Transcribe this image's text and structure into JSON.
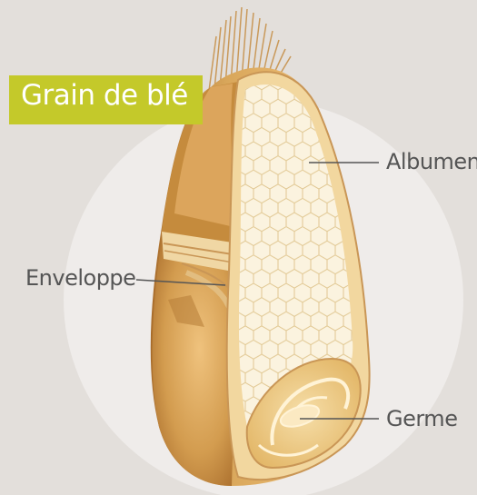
{
  "title": "Grain de blé",
  "labels": {
    "albumen": "Albumen",
    "enveloppe": "Enveloppe",
    "germe": "Germe"
  },
  "colors": {
    "background": "#e3dfdb",
    "backdrop_circle": "#efecea",
    "title_banner": "#c4c92a",
    "grain_outer": "#d9a75b",
    "grain_shadow": "#b57a33",
    "grain_light": "#f2cc8c",
    "albumen_fill": "#fbf3df",
    "albumen_cells": "#e0c690",
    "germe_fill": "#f0d394",
    "leader_line": "#555555"
  },
  "icons": [
    "wheat-grain-illustration",
    "hexagon-cell-pattern",
    "bristle-hairs"
  ]
}
